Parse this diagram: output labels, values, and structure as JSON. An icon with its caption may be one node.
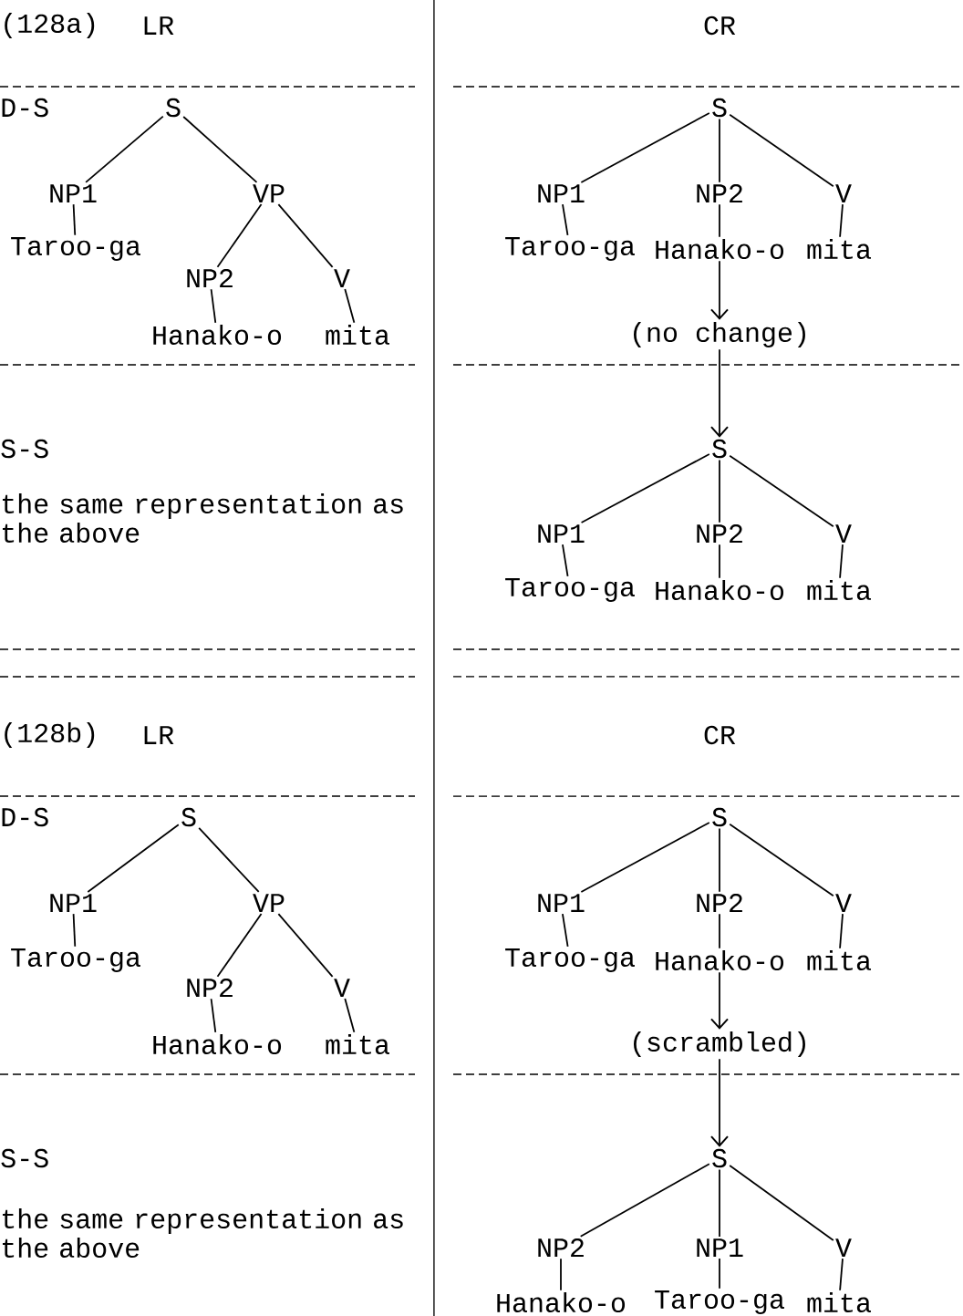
{
  "diagram": {
    "nodes": [
      {
        "text": [
          "S"
        ]
      },
      {
        "text": [
          "NP1"
        ]
      },
      {
        "text": [
          "VP"
        ]
      },
      {
        "text": [
          "Taroo-ga"
        ]
      },
      {
        "text": [
          "NP2"
        ]
      },
      {
        "text": [
          "V"
        ]
      },
      {
        "text": [
          "Hanako-o"
        ]
      },
      {
        "text": [
          "mita"
        ]
      },
      {
        "text": [
          "S"
        ]
      },
      {
        "text": [
          "NP1"
        ]
      },
      {
        "text": [
          "NP2"
        ]
      },
      {
        "text": [
          "V"
        ]
      },
      {
        "text": [
          "Taroo-ga"
        ]
      },
      {
        "text": [
          "Hanako-o"
        ]
      },
      {
        "text": [
          "mita"
        ]
      },
      {
        "text": [
          "(no change)"
        ]
      },
      {
        "text": [
          "S"
        ]
      },
      {
        "text": [
          "NP1"
        ]
      },
      {
        "text": [
          "NP2"
        ]
      },
      {
        "text": [
          "V"
        ]
      },
      {
        "text": [
          "Taroo-ga"
        ]
      },
      {
        "text": [
          "Hanako-o"
        ]
      },
      {
        "text": [
          "mita"
        ]
      },
      {
        "text": [
          "S"
        ]
      },
      {
        "text": [
          "NP1"
        ]
      },
      {
        "text": [
          "VP"
        ]
      },
      {
        "text": [
          "Taroo-ga"
        ]
      },
      {
        "text": [
          "NP2"
        ]
      },
      {
        "text": [
          "V"
        ]
      },
      {
        "text": [
          "Hanako-o"
        ]
      },
      {
        "text": [
          "mita"
        ]
      },
      {
        "text": [
          "S"
        ]
      },
      {
        "text": [
          "NP1"
        ]
      },
      {
        "text": [
          "NP2"
        ]
      },
      {
        "text": [
          "V"
        ]
      },
      {
        "text": [
          "Taroo-ga"
        ]
      },
      {
        "text": [
          "Hanako-o"
        ]
      },
      {
        "text": [
          "mita"
        ]
      },
      {
        "text": [
          "(scrambled)"
        ]
      },
      {
        "text": [
          "S"
        ]
      },
      {
        "text": [
          "NP2"
        ]
      },
      {
        "text": [
          "NP1"
        ]
      },
      {
        "text": [
          "V"
        ]
      },
      {
        "text": [
          "Hanako-o"
        ]
      },
      {
        "text": [
          "Taroo-ga"
        ]
      },
      {
        "text": [
          "mita"
        ]
      }
    ],
    "edges": [
      {
        "from": 0,
        "to": 1,
        "arrow": "none"
      },
      {
        "from": 0,
        "to": 2,
        "arrow": "none"
      },
      {
        "from": 1,
        "to": 3,
        "arrow": "none"
      },
      {
        "from": 2,
        "to": 4,
        "arrow": "none"
      },
      {
        "from": 2,
        "to": 5,
        "arrow": "none"
      },
      {
        "from": 4,
        "to": 6,
        "arrow": "none"
      },
      {
        "from": 5,
        "to": 7,
        "arrow": "none"
      },
      {
        "from": 8,
        "to": 9,
        "arrow": "none"
      },
      {
        "from": 8,
        "to": 10,
        "arrow": "none"
      },
      {
        "from": 8,
        "to": 11,
        "arrow": "none"
      },
      {
        "from": 9,
        "to": 12,
        "arrow": "none"
      },
      {
        "from": 10,
        "to": 13,
        "arrow": "none"
      },
      {
        "from": 11,
        "to": 14,
        "arrow": "none"
      },
      {
        "from": 13,
        "to": 15,
        "arrow": "to"
      },
      {
        "from": 15,
        "to": 16,
        "arrow": "to"
      },
      {
        "from": 16,
        "to": 17,
        "arrow": "none"
      },
      {
        "from": 16,
        "to": 18,
        "arrow": "none"
      },
      {
        "from": 16,
        "to": 19,
        "arrow": "none"
      },
      {
        "from": 17,
        "to": 20,
        "arrow": "none"
      },
      {
        "from": 18,
        "to": 21,
        "arrow": "none"
      },
      {
        "from": 19,
        "to": 22,
        "arrow": "none"
      },
      {
        "from": 23,
        "to": 24,
        "arrow": "none"
      },
      {
        "from": 23,
        "to": 25,
        "arrow": "none"
      },
      {
        "from": 24,
        "to": 26,
        "arrow": "none"
      },
      {
        "from": 25,
        "to": 27,
        "arrow": "none"
      },
      {
        "from": 25,
        "to": 28,
        "arrow": "none"
      },
      {
        "from": 27,
        "to": 29,
        "arrow": "none"
      },
      {
        "from": 28,
        "to": 30,
        "arrow": "none"
      },
      {
        "from": 31,
        "to": 32,
        "arrow": "none"
      },
      {
        "from": 31,
        "to": 33,
        "arrow": "none"
      },
      {
        "from": 31,
        "to": 34,
        "arrow": "none"
      },
      {
        "from": 32,
        "to": 35,
        "arrow": "none"
      },
      {
        "from": 33,
        "to": 36,
        "arrow": "none"
      },
      {
        "from": 34,
        "to": 37,
        "arrow": "none"
      },
      {
        "from": 36,
        "to": 38,
        "arrow": "to"
      },
      {
        "from": 38,
        "to": 39,
        "arrow": "to"
      },
      {
        "from": 39,
        "to": 40,
        "arrow": "none"
      },
      {
        "from": 39,
        "to": 41,
        "arrow": "none"
      },
      {
        "from": 39,
        "to": 42,
        "arrow": "none"
      },
      {
        "from": 40,
        "to": 43,
        "arrow": "none"
      },
      {
        "from": 41,
        "to": 44,
        "arrow": "none"
      },
      {
        "from": 42,
        "to": 45,
        "arrow": "none"
      }
    ],
    "labels": [
      "(128a)",
      "LR",
      "CR",
      "D-S",
      "S-S",
      "the same representation as the above",
      "(128b)",
      "LR",
      "CR",
      "D-S",
      "S-S",
      "the same representation as the above"
    ]
  }
}
